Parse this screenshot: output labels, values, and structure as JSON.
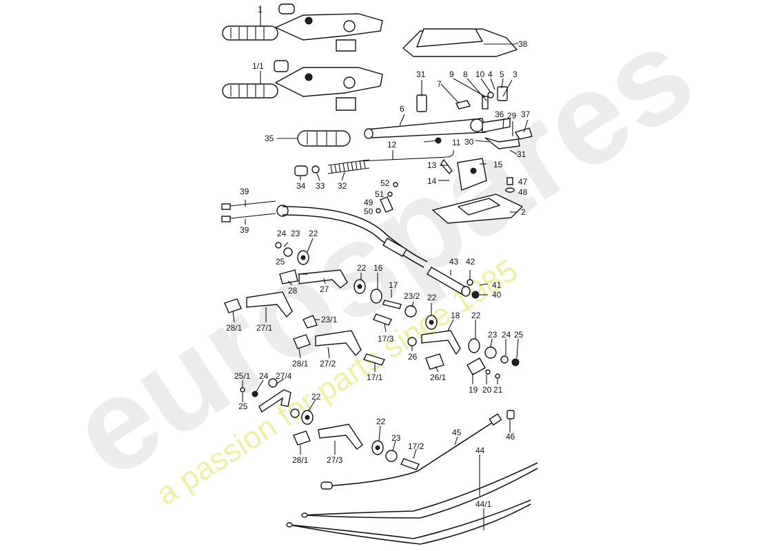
{
  "watermark": {
    "brand": "eurospares",
    "tagline": "a passion for parts since 1985",
    "brand_color": "#ececec",
    "tagline_color": "#eef0a8"
  },
  "labels": {
    "l1": "1",
    "l1_1": "1/1",
    "l38": "38",
    "l31": "31",
    "l9": "9",
    "l8": "8",
    "l10": "10",
    "l4": "4",
    "l5": "5",
    "l3": "3",
    "l7": "7",
    "l6": "6",
    "l36": "36",
    "l37": "37",
    "l29": "29",
    "l35": "35",
    "l11": "11",
    "l30": "30",
    "l31b": "31",
    "l12": "12",
    "l13": "13",
    "l15": "15",
    "l34": "34",
    "l33": "33",
    "l32": "32",
    "l14": "14",
    "l47": "47",
    "l48": "48",
    "l52": "52",
    "l51": "51",
    "l49": "49",
    "l50": "50",
    "l2": "2",
    "l39a": "39",
    "l39b": "39",
    "l24a": "24",
    "l23a": "23",
    "l22a": "22",
    "l25a": "25",
    "l43": "43",
    "l42": "42",
    "l41": "41",
    "l40": "40",
    "l22b": "22",
    "l16": "16",
    "l28": "28",
    "l27": "27",
    "l17": "17",
    "l23_2": "23/2",
    "l22c": "22",
    "l28_1a": "28/1",
    "l27_1": "27/1",
    "l23_1": "23/1",
    "l17_3": "17/3",
    "l18": "18",
    "l22d": "22",
    "l23b": "23",
    "l24b": "24",
    "l25b": "25",
    "l26": "26",
    "l26_1": "26/1",
    "l28_1b": "28/1",
    "l27_2": "27/2",
    "l17_1": "17/1",
    "l19": "19",
    "l20": "20",
    "l21": "21",
    "l25_1": "25/1",
    "l24c": "24",
    "l27_4": "27/4",
    "l22e": "22",
    "l25c": "25",
    "l22f": "22",
    "l23c": "23",
    "l17_2": "17/2",
    "l45": "45",
    "l46": "46",
    "l28_1c": "28/1",
    "l27_3": "27/3",
    "l44": "44",
    "l44_1": "44/1"
  }
}
